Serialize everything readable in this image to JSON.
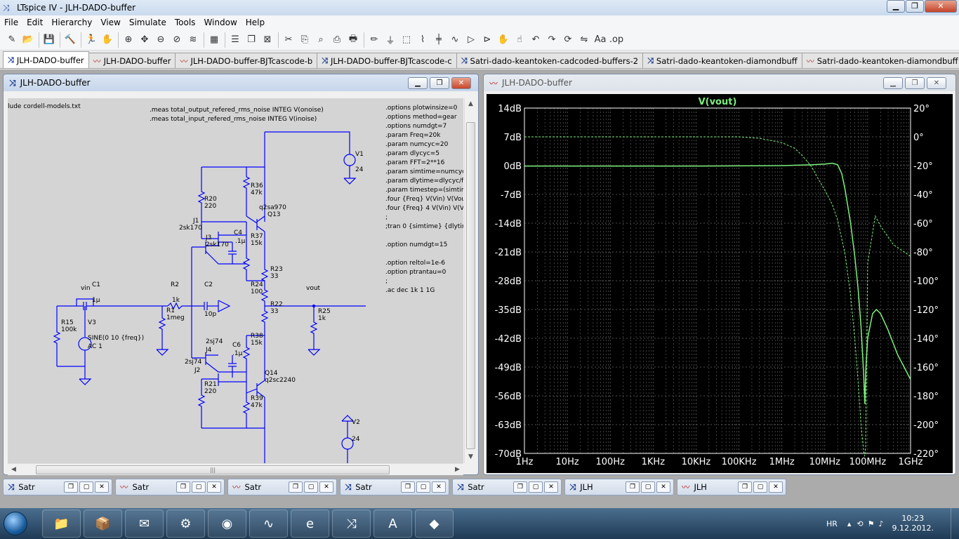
{
  "app": {
    "title": "LTspice IV - JLH-DADO-buffer"
  },
  "menu": [
    "File",
    "Edit",
    "Hierarchy",
    "View",
    "Simulate",
    "Tools",
    "Window",
    "Help"
  ],
  "toolbar_icons": [
    "new-schematic-icon",
    "open-icon",
    "save-icon",
    "control-panel-icon",
    "run-icon",
    "halt-icon",
    "zoom-in-icon",
    "pan-icon",
    "zoom-out-icon",
    "zoom-fit-icon",
    "autorange-icon",
    "grid-icon",
    "tile-horizontal-icon",
    "cascade-icon",
    "close-all-icon",
    "cut-icon",
    "copy-icon",
    "find-icon",
    "print-icon",
    "print-preview-icon",
    "draw-wire-icon",
    "ground-icon",
    "label-net-icon",
    "resistor-icon",
    "capacitor-icon",
    "inductor-icon",
    "diode-icon",
    "component-icon",
    "move-icon",
    "drag-icon",
    "undo-icon",
    "redo-icon",
    "rotate-icon",
    "mirror-icon",
    "text-icon",
    "spice-directive-icon"
  ],
  "tabs": [
    {
      "label": "JLH-DADO-buffer",
      "type": "schematic",
      "active": true
    },
    {
      "label": "JLH-DADO-buffer",
      "type": "plot",
      "active": false
    },
    {
      "label": "JLH-DADO-buffer-BJTcascode-b",
      "type": "plot",
      "active": false
    },
    {
      "label": "JLH-DADO-buffer-BJTcascode-c",
      "type": "schematic",
      "active": false
    },
    {
      "label": "Satri-dado-keantoken-cadcoded-buffers-2",
      "type": "schematic",
      "active": false
    },
    {
      "label": "Satri-dado-keantoken-diamondbuff",
      "type": "schematic",
      "active": false
    },
    {
      "label": "Satri-dado-keantoken-diamondbuff",
      "type": "plot",
      "active": false
    },
    {
      "label": "Satri-dado-ke",
      "type": "schematic",
      "active": false
    }
  ],
  "schematic_window": {
    "title": "JLH-DADO-buffer"
  },
  "plot_window": {
    "title": "JLH-DADO-buffer"
  },
  "schematic": {
    "text_lines": [
      "lude cordell-models.txt",
      ".meas total_output_refered_rms_noise INTEG V(onoise)",
      ".meas total_input_refered_rms_noise INTEG V(inoise)"
    ],
    "directives": [
      ".options plotwinsize=0",
      ".options method=gear",
      ".options numdgt=7",
      ".param Freq=20k",
      ".param numcyc=20",
      ".param dlycyc=5",
      ".param FFT=2**16",
      ".param simtime=numcyc",
      ".param dlytime=dlycyc/f",
      ".param timestep=(simtim",
      ".four {Freq} V(Vin) V(Vou",
      ".four {Freq} 4 V(Vin) V(V",
      ";",
      ";tran 0 {simtime} {dlytime",
      ".option numdgt=15",
      ".option reltol=1e-6",
      ".option ptrantau=0",
      ";",
      ".ac dec 1k 1 1G"
    ],
    "labels": {
      "v1": "V1",
      "v1v": "24",
      "v2": "V2",
      "v2v": "24",
      "r36": "R36",
      "r36v": "47k",
      "r20": "R20",
      "r20v": "220",
      "q13m": "q2sa970",
      "q13": "Q13",
      "j1": "J1",
      "j1m": "2sk170",
      "j3": "J3",
      "j3m": "2sk170",
      "c4": "C4",
      "c4v": ".1µ",
      "r37": "R37",
      "r37v": "15k",
      "r23": "R23",
      "r23v": "33",
      "r24": "R24",
      "r24v": "100",
      "r22": "R22",
      "r22v": "33",
      "vout": "vout",
      "r25": "R25",
      "r25v": "1k",
      "vin": "vin",
      "c1": "C1",
      "c1v": "1µ",
      "r2": "R2",
      "r2v": "1k",
      "c2": "C2",
      "c2v": "10p",
      "r1": "R1",
      "r1v": "1meg",
      "r15": "R15",
      "r15v": "100k",
      "v3": "V3",
      "v3s": "SINE(0 10 {freq})",
      "v3a": "AC 1",
      "j4m": "2sj74",
      "j4": "J4",
      "c6": "C6",
      "c6v": ".1µ",
      "r38": "R38",
      "r38v": "15k",
      "j2m": "2sj74",
      "j2": "J2",
      "q14": "Q14",
      "q14m": "q2sc2240",
      "r21": "R21",
      "r21v": "220",
      "r39": "R39",
      "r39v": "47k"
    }
  },
  "chart_data": {
    "type": "line",
    "title": "V(vout)",
    "x_scale": "log",
    "xlim": [
      1,
      1000000000
    ],
    "x_tick_labels": [
      "1Hz",
      "10Hz",
      "100Hz",
      "1KHz",
      "10KHz",
      "100KHz",
      "1MHz",
      "10MHz",
      "100MHz",
      "1GHz"
    ],
    "x_tick_values": [
      1,
      10,
      100,
      1000,
      10000,
      100000,
      1000000,
      10000000,
      100000000,
      1000000000
    ],
    "ylim_left": [
      -70,
      14
    ],
    "y_left_tick_labels": [
      "14dB",
      "7dB",
      "0dB",
      "-7dB",
      "-14dB",
      "-21dB",
      "-28dB",
      "-35dB",
      "-42dB",
      "-49dB",
      "-56dB",
      "-63dB",
      "-70dB"
    ],
    "y_left_tick_values": [
      14,
      7,
      0,
      -7,
      -14,
      -21,
      -28,
      -35,
      -42,
      -49,
      -56,
      -63,
      -70
    ],
    "ylim_right": [
      -220,
      20
    ],
    "y_right_tick_labels": [
      "20°",
      "0°",
      "-20°",
      "-40°",
      "-60°",
      "-80°",
      "-100°",
      "-120°",
      "-140°",
      "-160°",
      "-180°",
      "-200°",
      "-220°"
    ],
    "y_right_tick_values": [
      20,
      0,
      -20,
      -40,
      -60,
      -80,
      -100,
      -120,
      -140,
      -160,
      -180,
      -200,
      -220
    ],
    "grid": true,
    "series": [
      {
        "style": "solid",
        "axis": "left",
        "x": [
          1,
          10000,
          1000000,
          5000000,
          10000000,
          15000000,
          20000000,
          25000000,
          30000000,
          40000000,
          50000000,
          60000000,
          70000000,
          80000000,
          86000000,
          90000000,
          100000000,
          130000000,
          160000000,
          200000000,
          300000000,
          500000000,
          1000000000
        ],
        "y": [
          -0.1,
          -0.1,
          0,
          0.2,
          0.4,
          0.6,
          0.2,
          -2,
          -6,
          -14,
          -22,
          -30,
          -39,
          -50,
          -58,
          -50,
          -42,
          -36,
          -35,
          -36,
          -40,
          -46,
          -52
        ]
      },
      {
        "style": "dashed",
        "axis": "right",
        "x": [
          1,
          1000,
          100000,
          300000,
          1000000,
          2000000,
          3000000,
          5000000,
          7000000,
          10000000,
          15000000,
          20000000,
          30000000,
          40000000,
          50000000,
          60000000,
          70000000,
          80000000,
          85000000,
          90000000,
          100000000,
          150000000,
          200000000,
          400000000,
          1000000000
        ],
        "y": [
          0,
          0,
          0,
          -1,
          -4,
          -8,
          -13,
          -21,
          -29,
          -37,
          -47,
          -58,
          -82,
          -110,
          -140,
          -170,
          -200,
          -218,
          -222,
          -215,
          -88,
          -55,
          -62,
          -75,
          -83
        ]
      }
    ],
    "colors": {
      "trace": "#7cf07c",
      "background": "#000000",
      "axis_text": "#ffffff",
      "grid": "#6a6a6a"
    }
  },
  "minimized_windows": [
    {
      "label": "Satr",
      "type": "schematic"
    },
    {
      "label": "Satr",
      "type": "plot"
    },
    {
      "label": "Satr",
      "type": "plot"
    },
    {
      "label": "Satr",
      "type": "schematic"
    },
    {
      "label": "Satr",
      "type": "schematic"
    },
    {
      "label": "JLH",
      "type": "schematic"
    },
    {
      "label": "JLH",
      "type": "plot"
    }
  ],
  "taskbar": {
    "apps": [
      "file-explorer-icon",
      "package-icon",
      "mail-icon",
      "engineering-icon",
      "antivirus-icon",
      "oscilloscope-icon",
      "internet-explorer-icon",
      "ltspice-icon",
      "pdf-reader-icon",
      "notes-icon"
    ],
    "lang": "HR",
    "time": "10:23",
    "date": "9.12.2012."
  }
}
